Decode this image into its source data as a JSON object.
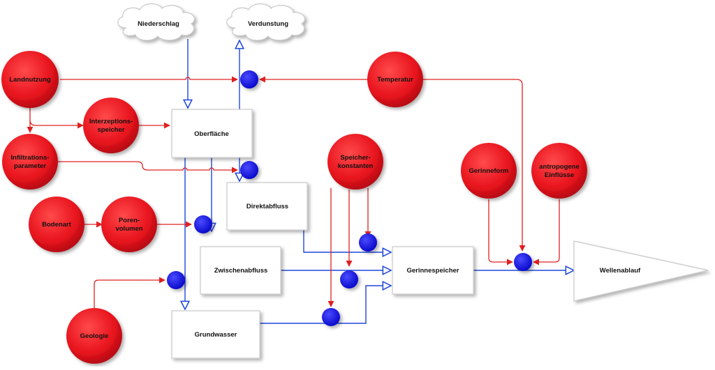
{
  "colors": {
    "red_node": "#e8141e",
    "red_line": "#e02020",
    "blue_line": "#1e46dc",
    "blue_node": "#1010e0",
    "box_border": "#c8c8c8"
  },
  "clouds": {
    "niederschlag": "Niederschlag",
    "verdunstung": "Verdunstung"
  },
  "inputs": {
    "landnutzung": "Landnutzung",
    "interzeption": [
      "Interzeptions-",
      "speicher"
    ],
    "infiltration": [
      "Infiltrations-",
      "parameter"
    ],
    "bodenart": "Bodenart",
    "poren": [
      "Poren-",
      "volumen"
    ],
    "geologie": "Geologie",
    "temperatur": "Temperatur",
    "speicher": [
      "Speicher-",
      "konstanten"
    ],
    "gerinneform": "Gerinneform",
    "anthropogen": [
      "antropogene",
      "Einflüsse"
    ]
  },
  "boxes": {
    "oberflaeche": "Oberfläche",
    "direktabfluss": "Direktabfluss",
    "zwischenabfluss": "Zwischenabfluss",
    "grundwasser": "Grundwasser",
    "gerinnespeicher": "Gerinnespeicher"
  },
  "output": {
    "wellenablauf": "Wellenablauf"
  }
}
